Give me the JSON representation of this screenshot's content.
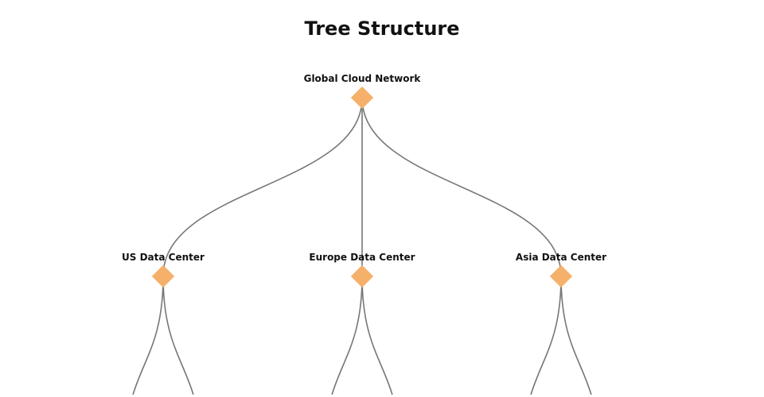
{
  "title": "Tree Structure",
  "colors": {
    "node": "#f5b06a",
    "edge": "#777777"
  },
  "tree": {
    "name": "Global Cloud Network",
    "children": [
      {
        "name": "US Data Center",
        "leaf_count": 2
      },
      {
        "name": "Europe Data Center",
        "leaf_count": 2
      },
      {
        "name": "Asia Data Center",
        "leaf_count": 2
      }
    ]
  }
}
